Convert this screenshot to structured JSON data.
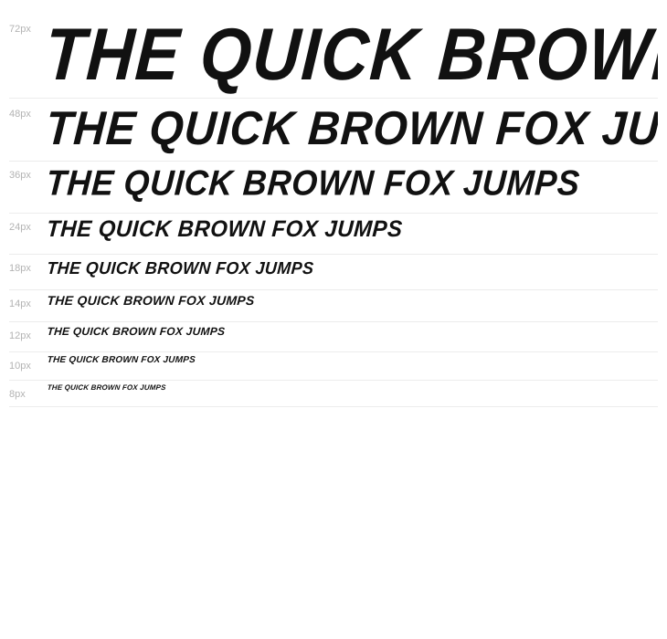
{
  "sample_text": "THE QUICK BROWN FOX JUMPS",
  "rows": [
    {
      "size_label": "72px",
      "text": "THE QUICK BROWN FOX JUMPS"
    },
    {
      "size_label": "48px",
      "text": "THE QUICK BROWN FOX JUMPS"
    },
    {
      "size_label": "36px",
      "text": "THE QUICK BROWN FOX JUMPS"
    },
    {
      "size_label": "24px",
      "text": "THE QUICK BROWN FOX JUMPS"
    },
    {
      "size_label": "18px",
      "text": "THE QUICK BROWN FOX JUMPS"
    },
    {
      "size_label": "14px",
      "text": "THE QUICK BROWN FOX JUMPS"
    },
    {
      "size_label": "12px",
      "text": "THE QUICK BROWN FOX JUMPS"
    },
    {
      "size_label": "10px",
      "text": "THE QUICK BROWN FOX JUMPS"
    },
    {
      "size_label": "8px",
      "text": "THE QUICK BROWN FOX JUMPS"
    }
  ],
  "colors": {
    "text": "#111111",
    "label": "#b3b3b3",
    "divider": "#ececec",
    "background": "#ffffff"
  }
}
